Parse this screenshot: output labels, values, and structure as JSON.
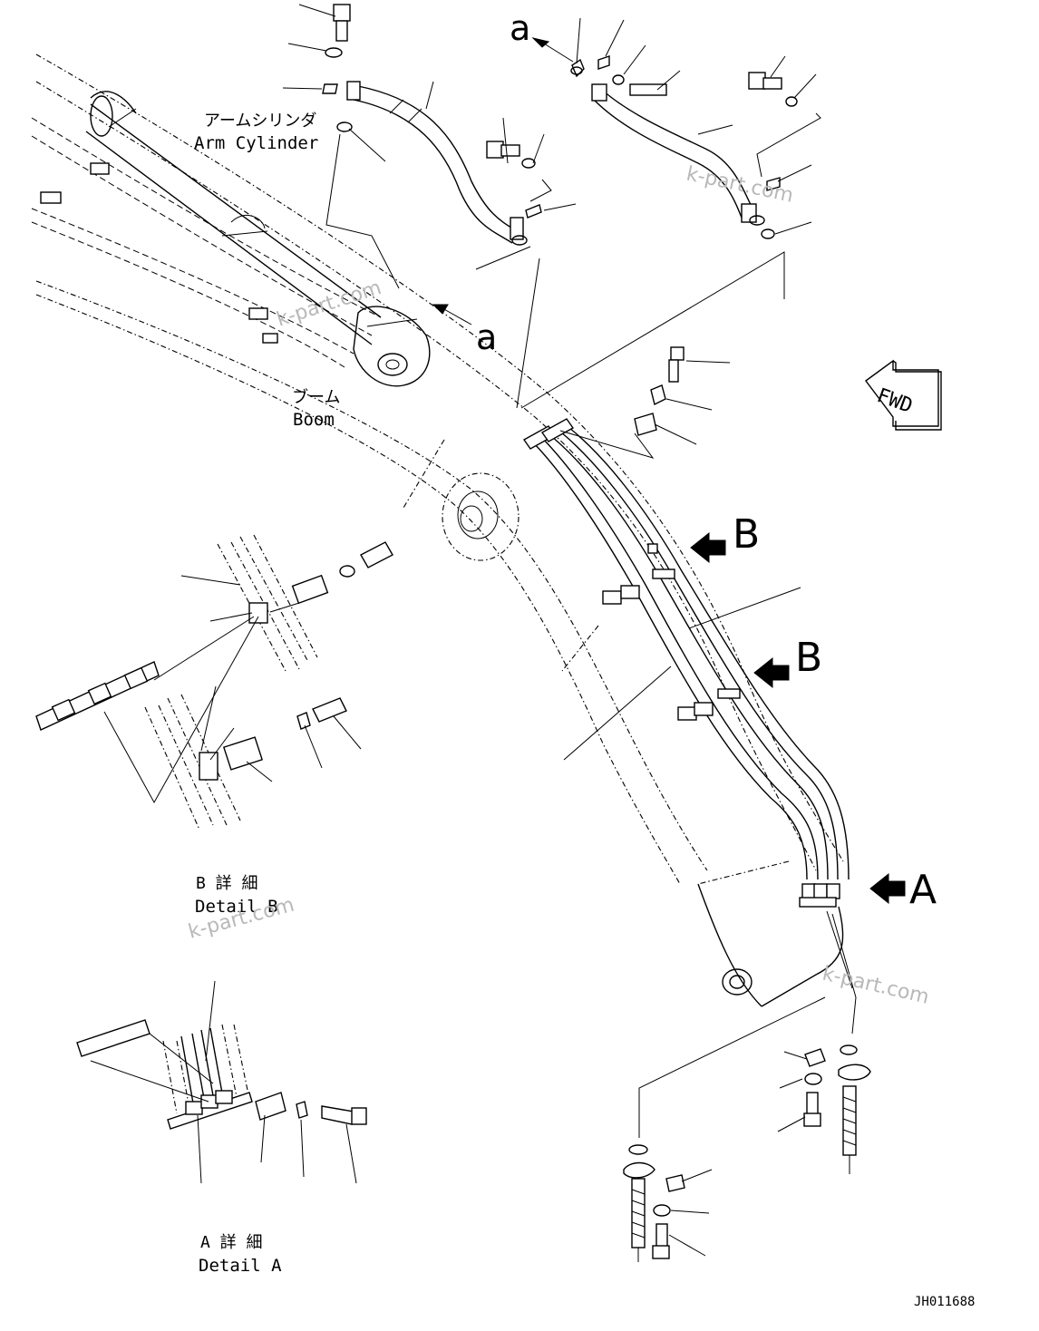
{
  "labels": {
    "arm_cylinder_jp": "アームシリンダ",
    "arm_cylinder_en": "Arm Cylinder",
    "boom_jp": "ブーム",
    "boom_en": "Boom",
    "detail_b_jp": "B 詳 細",
    "detail_b_en": "Detail B",
    "detail_a_jp": "A 詳 細",
    "detail_a_en": "Detail A",
    "fwd": "FWD",
    "drawing_number": "JH011688"
  },
  "view_markers": {
    "a_top": "a",
    "a_mid": "a",
    "b_upper": "B",
    "b_lower": "B",
    "a_view": "A"
  },
  "watermark": "k-part.com"
}
